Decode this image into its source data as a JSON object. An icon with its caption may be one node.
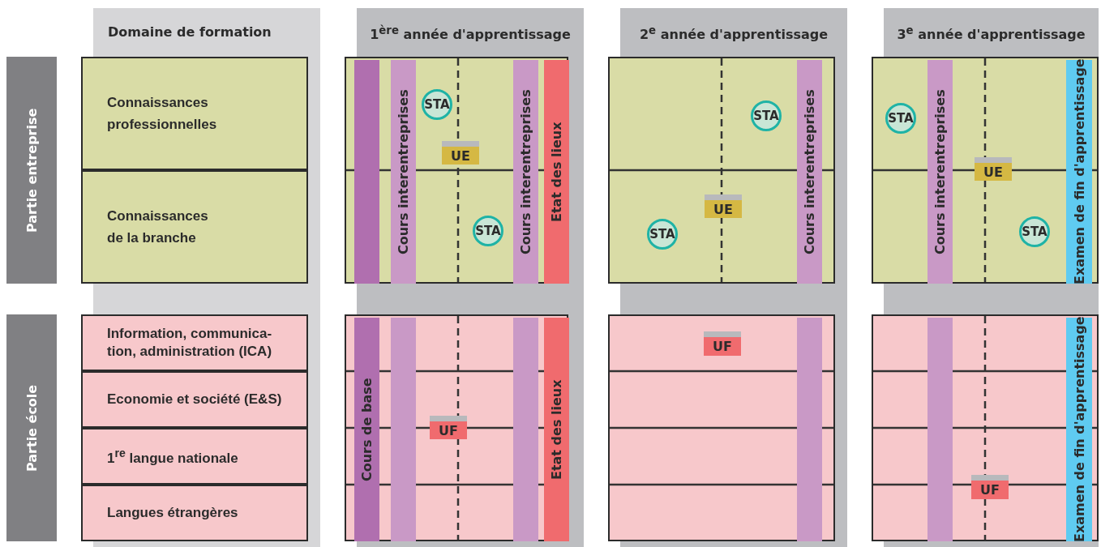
{
  "diagram": {
    "nodes": [
      {
        "text": [
          "Domaine de formation"
        ]
      },
      {
        "text": [
          "1$^{ère}$ année d'apprentissage"
        ]
      },
      {
        "text": [
          "2$^{e}$ année d'apprentissage"
        ]
      },
      {
        "text": [
          "3$^{e}$ année d'apprentissage"
        ]
      },
      {
        "text": [
          "Partie entreprise"
        ]
      },
      {
        "text": [
          "Partie école"
        ]
      },
      {
        "text": [
          "Connaissances professionnelles"
        ]
      },
      {
        "text": [
          "Connaissances de la branche"
        ]
      },
      {
        "text": [
          "Information, communica-tion, administration (ICA)"
        ]
      },
      {
        "text": [
          "Economie et société (E&S)"
        ]
      },
      {
        "text": [
          "1$^{re}$ langue nationale"
        ]
      },
      {
        "text": [
          "Langues étrangères"
        ]
      },
      {
        "text": [],
        "shape": "box"
      },
      {
        "text": [],
        "shape": "bar",
        "in": 12
      },
      {
        "text": [
          "Cours interentreprises"
        ],
        "in": 12
      },
      {
        "text": [
          "STA"
        ],
        "in": 12
      },
      {
        "text": [
          "UE"
        ],
        "in": 12
      },
      {
        "text": [
          "STA"
        ],
        "in": 12
      },
      {
        "text": [
          "Cours interentreprises"
        ],
        "in": 12
      },
      {
        "text": [
          "Etat des lieux"
        ],
        "in": 12
      },
      {
        "text": [],
        "shape": "box"
      },
      {
        "text": [
          "STA"
        ],
        "in": 20
      },
      {
        "text": [
          "UE"
        ],
        "in": 20
      },
      {
        "text": [
          "STA"
        ],
        "in": 20
      },
      {
        "text": [
          "Cours interentreprises"
        ],
        "in": 20
      },
      {
        "text": [],
        "shape": "box"
      },
      {
        "text": [
          "STA"
        ],
        "in": 25
      },
      {
        "text": [
          "Cours interentreprises"
        ],
        "in": 25
      },
      {
        "text": [
          "UE"
        ],
        "in": 25
      },
      {
        "text": [
          "STA"
        ],
        "in": 25
      },
      {
        "text": [
          "Examen de fin d'apprentissage"
        ],
        "in": 25
      },
      {
        "text": [],
        "shape": "box"
      },
      {
        "text": [
          "Cours de base"
        ],
        "in": 31
      },
      {
        "text": [],
        "shape": "bar",
        "in": 31
      },
      {
        "text": [
          "UF"
        ],
        "in": 31
      },
      {
        "text": [],
        "shape": "bar",
        "in": 31
      },
      {
        "text": [
          "Etat des lieux"
        ],
        "in": 31
      },
      {
        "text": [],
        "shape": "box"
      },
      {
        "text": [
          "UF"
        ],
        "in": 37
      },
      {
        "text": [],
        "shape": "bar",
        "in": 37
      },
      {
        "text": [],
        "shape": "box"
      },
      {
        "text": [],
        "shape": "bar",
        "in": 40
      },
      {
        "text": [
          "UF"
        ],
        "in": 40
      },
      {
        "text": [
          "Examen de fin d'apprentissage"
        ],
        "in": 40
      }
    ]
  }
}
